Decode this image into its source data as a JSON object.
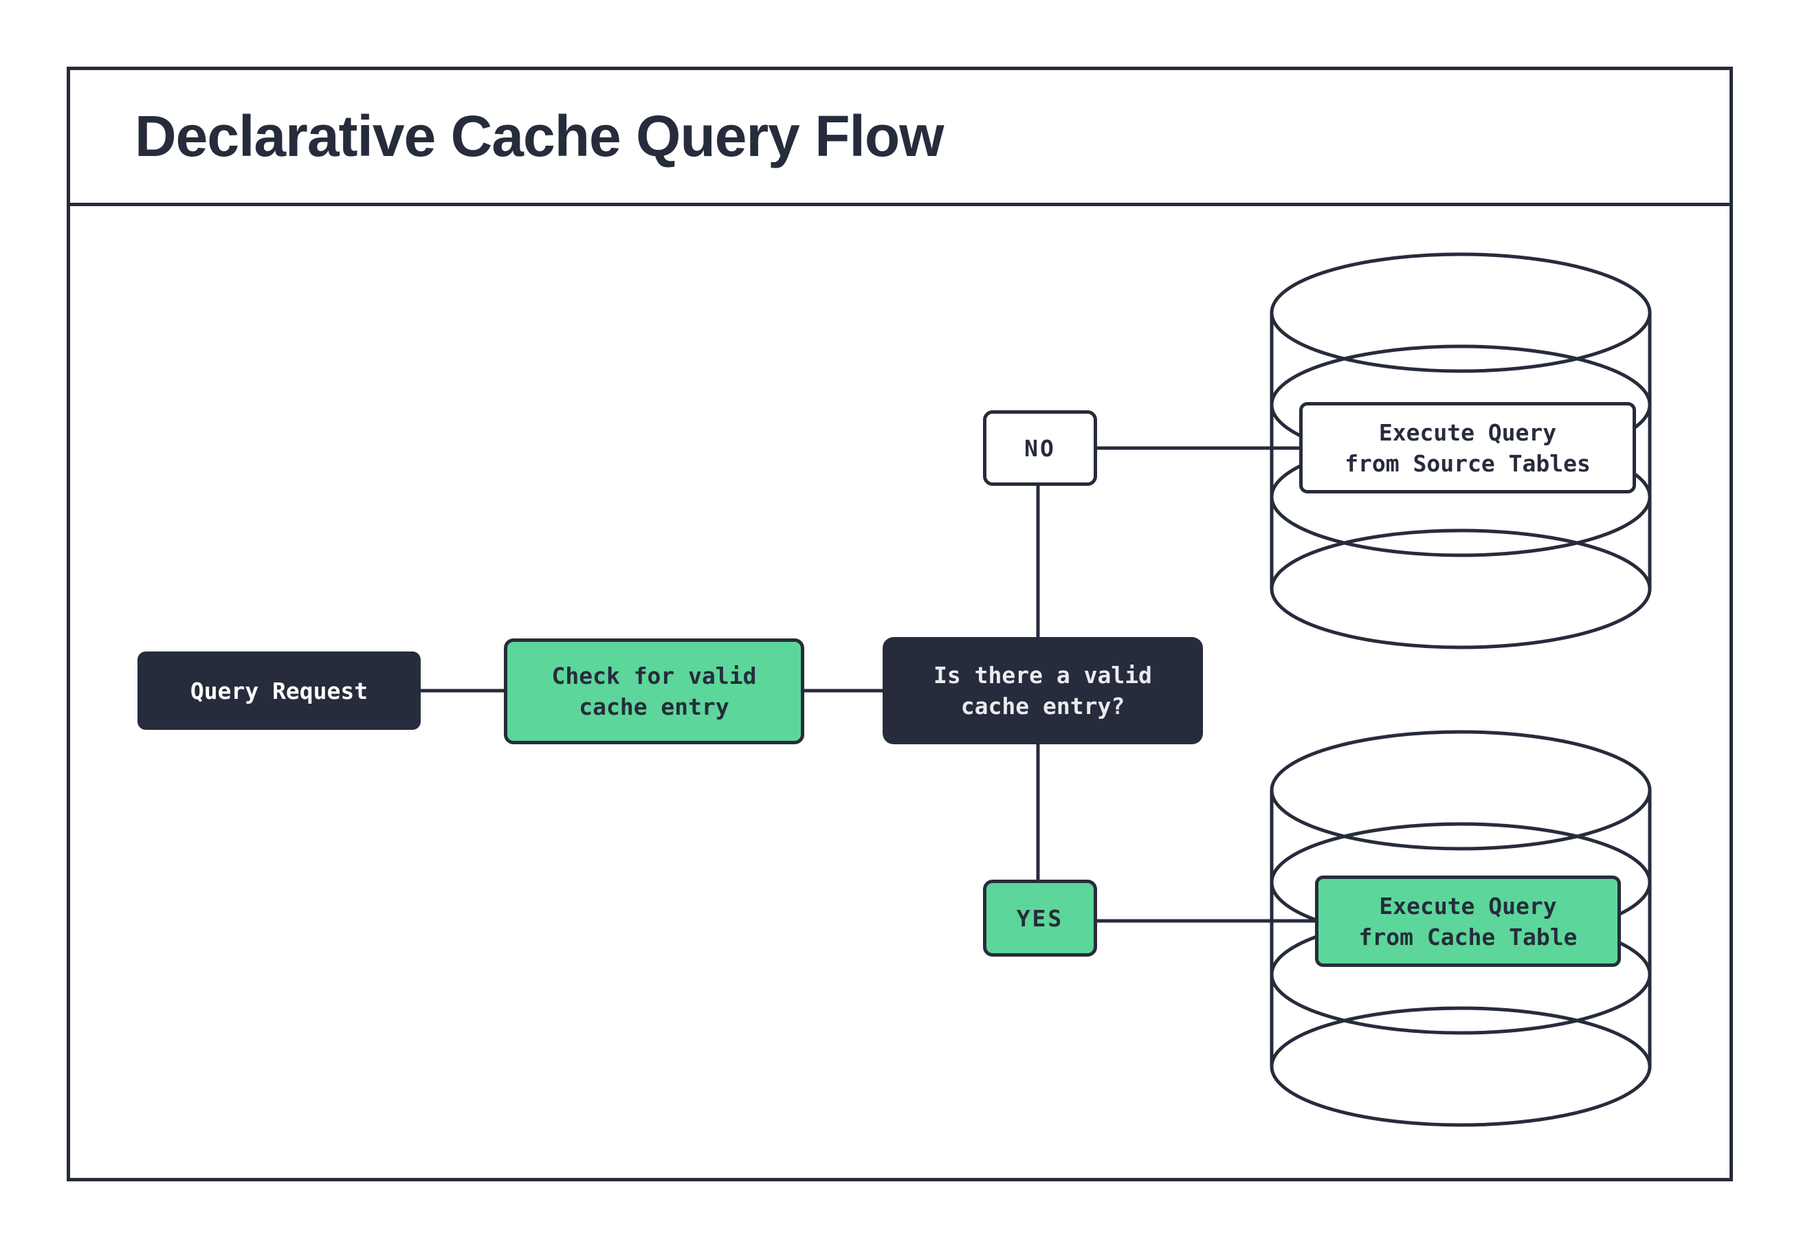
{
  "title": "Declarative Cache Query Flow",
  "colors": {
    "ink": "#262c3b",
    "green": "#5cd69a",
    "paper": "#ffffff",
    "decision_text": "#e9ebee"
  },
  "nodes": {
    "query_request": {
      "label": "Query Request"
    },
    "check_cache": {
      "label": "Check for valid\ncache entry"
    },
    "decision": {
      "label": "Is there a valid\ncache entry?"
    },
    "branch_no": {
      "label": "NO"
    },
    "branch_yes": {
      "label": "YES"
    },
    "execute_source": {
      "label": "Execute Query\nfrom Source Tables"
    },
    "execute_cache": {
      "label": "Execute Query\nfrom Cache Table"
    }
  },
  "edges": [
    {
      "from": "query_request",
      "to": "check_cache"
    },
    {
      "from": "check_cache",
      "to": "decision"
    },
    {
      "from": "decision",
      "to": "branch_no"
    },
    {
      "from": "branch_no",
      "to": "execute_source"
    },
    {
      "from": "decision",
      "to": "branch_yes"
    },
    {
      "from": "branch_yes",
      "to": "execute_cache"
    }
  ],
  "icons": {
    "source_database": "database-cylinder",
    "cache_database": "database-cylinder"
  }
}
